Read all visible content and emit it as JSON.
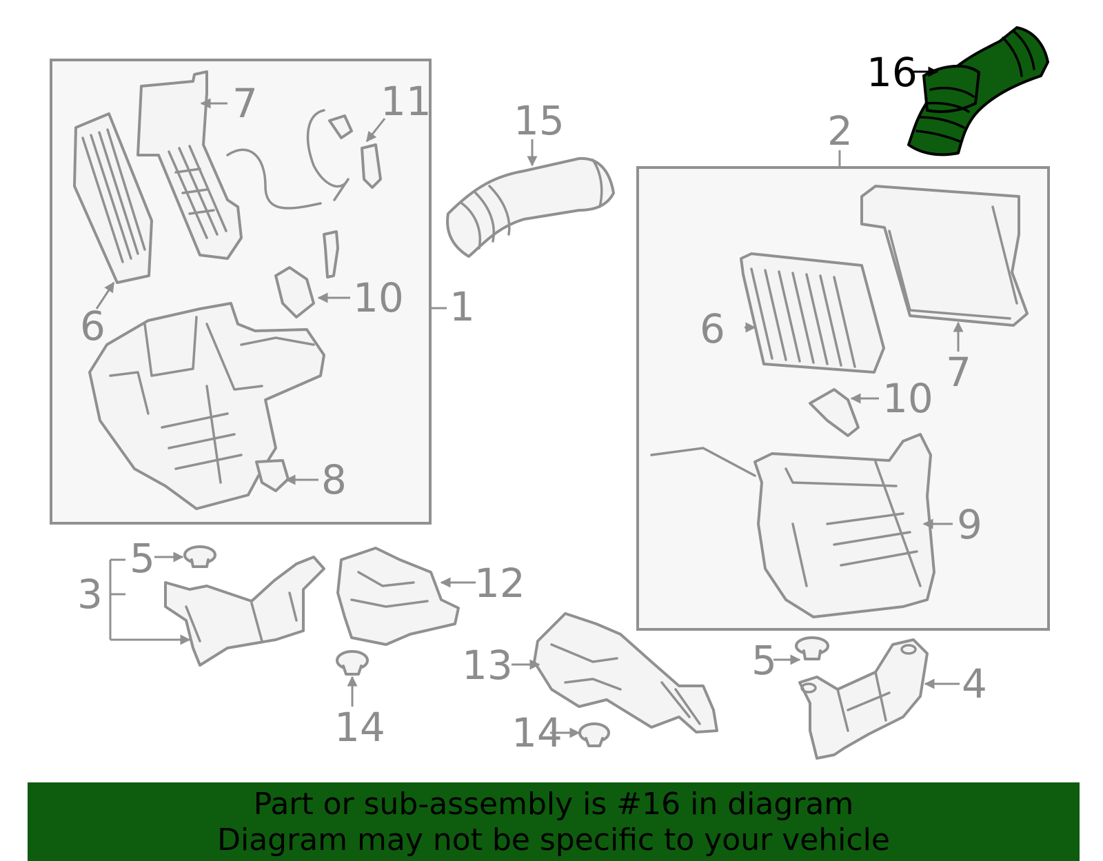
{
  "callouts": {
    "c16": "16",
    "c7a": "7",
    "c11": "11",
    "c15": "15",
    "c2": "2",
    "c6a": "6",
    "c10a": "10",
    "c1": "1",
    "c8": "8",
    "c6b": "6",
    "c7b": "7",
    "c10b": "10",
    "c9": "9",
    "c5a": "5",
    "c3": "3",
    "c12": "12",
    "c14a": "14",
    "c13": "13",
    "c14b": "14",
    "c5b": "5",
    "c4": "4"
  },
  "highlight_color": "#0e5c0e",
  "banner": {
    "line1": "Part or sub-assembly is #16 in diagram",
    "line2": "Diagram may not be specific to your vehicle"
  }
}
